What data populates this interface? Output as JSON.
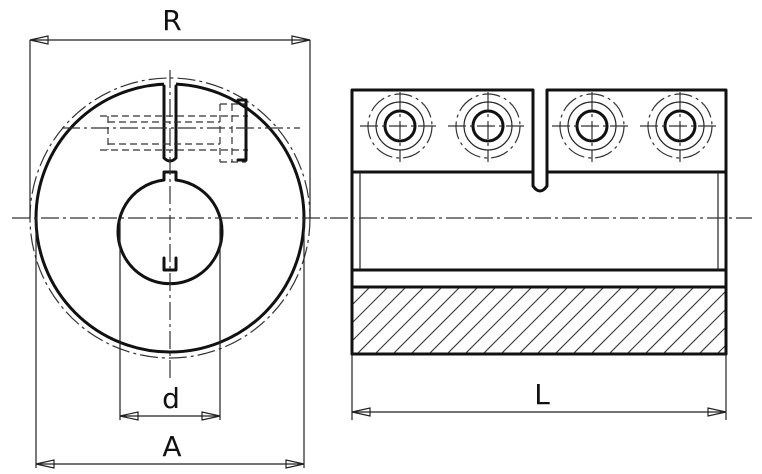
{
  "labels": {
    "R": "R",
    "d": "d",
    "A": "A",
    "L": "L"
  },
  "colors": {
    "line": "#111111",
    "background": "#ffffff"
  }
}
